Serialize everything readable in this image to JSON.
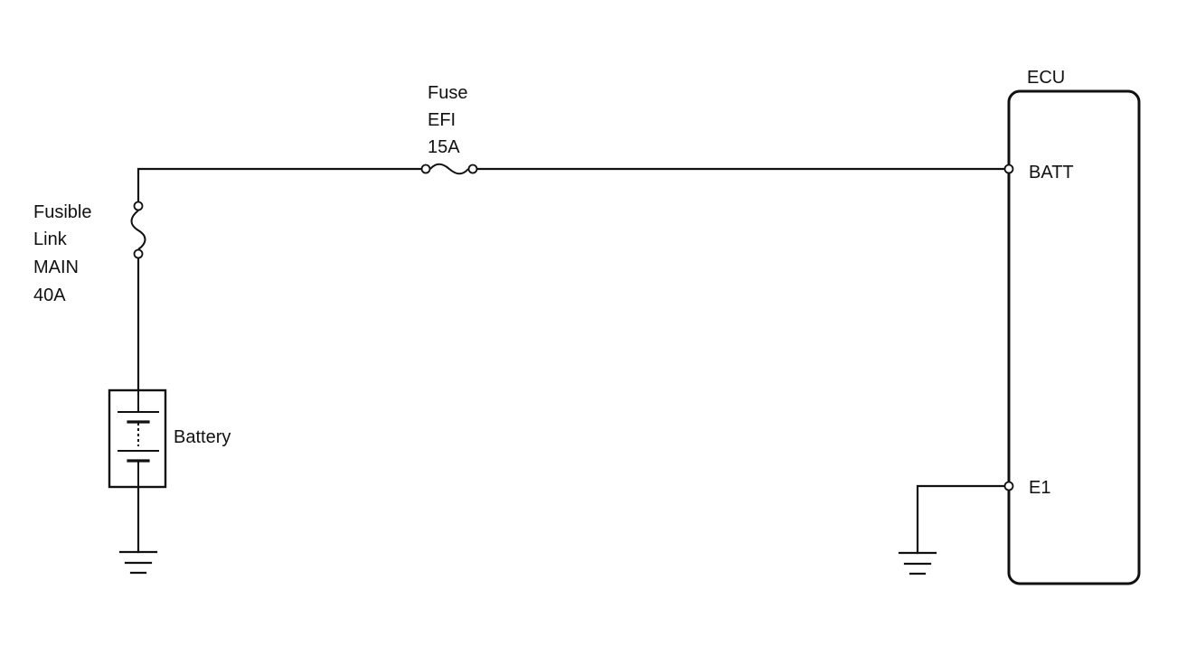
{
  "fusible_link": {
    "lines": [
      "Fusible",
      "Link",
      "MAIN",
      "40A"
    ]
  },
  "fuse": {
    "lines": [
      "Fuse",
      "EFI",
      "15A"
    ]
  },
  "battery": {
    "label": "Battery"
  },
  "ecu": {
    "title": "ECU",
    "pins": {
      "batt": "BATT",
      "e1": "E1"
    }
  },
  "colors": {
    "line": "#111111",
    "background": "#ffffff"
  }
}
